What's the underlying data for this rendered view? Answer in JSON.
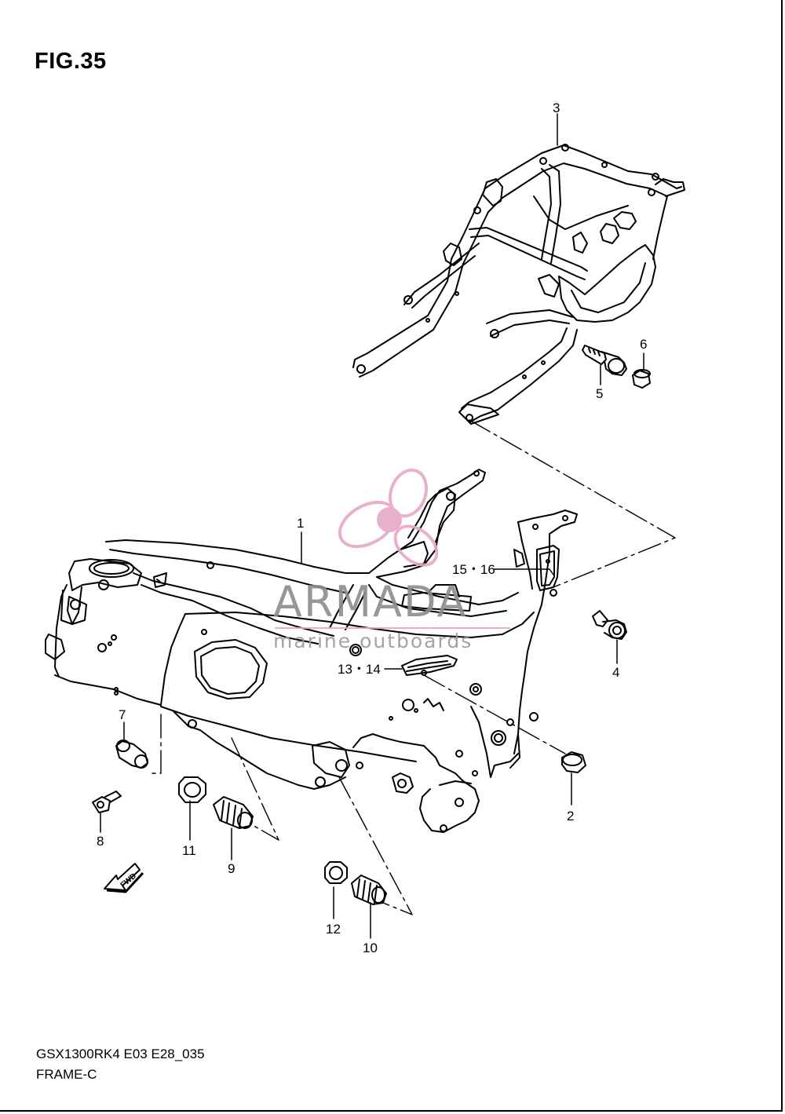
{
  "figure_title": "FIG.35",
  "callouts": {
    "p1": "1",
    "p2": "2",
    "p3": "3",
    "p4": "4",
    "p5": "5",
    "p6": "6",
    "p7": "7",
    "p8": "8",
    "p9": "9",
    "p10": "10",
    "p11": "11",
    "p12": "12",
    "p13_14": "13・14",
    "p15_16": "15・16"
  },
  "fwd_label": "FWD",
  "watermark": {
    "brand": "ARMADA",
    "tagline": "marine outboards",
    "logo_color": "#e6a8c8",
    "text_color": "#8c8c8c"
  },
  "footer": {
    "model_code": "GSX1300RK4 E03 E28_035",
    "section_name": "FRAME-C"
  }
}
